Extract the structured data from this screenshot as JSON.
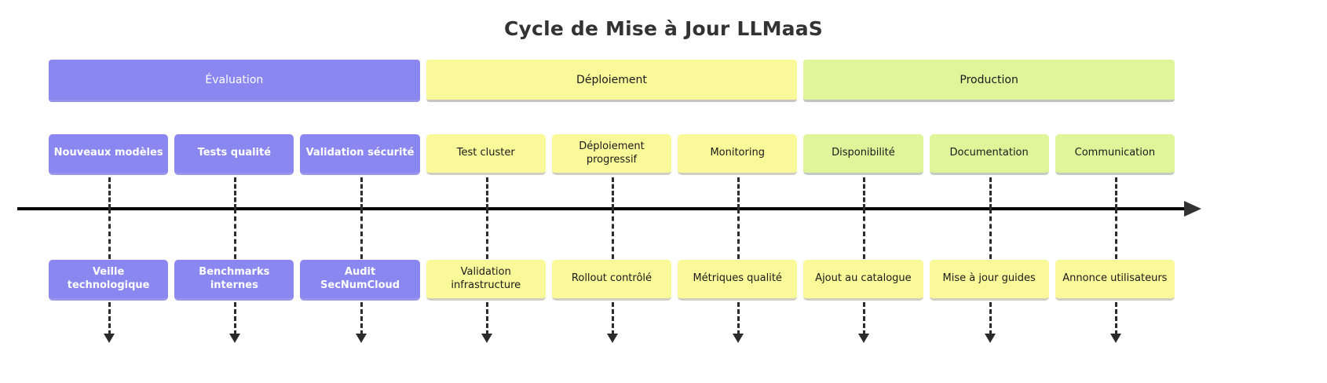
{
  "diagram": {
    "title": "Cycle de Mise à Jour LLMaaS",
    "type": "timeline",
    "background": "#ffffff",
    "title_color": "#333333",
    "axis_color": "#000000",
    "connector_color": "#2b2b2b"
  },
  "colors": {
    "evaluation": "#8a87f0",
    "evaluation_text": "#ffffff",
    "deployment": "#f9f99a",
    "deployment_text": "#1a1a1a",
    "production": "#dff59a",
    "production_text": "#1a1a1a"
  },
  "sections": [
    {
      "label": "Évaluation",
      "span": 3
    },
    {
      "label": "Déploiement",
      "span": 3
    },
    {
      "label": "Production",
      "span": 3
    }
  ],
  "columns": [
    {
      "section": "Évaluation",
      "top": {
        "label": "Nouveaux modèles",
        "color": "purple"
      },
      "bottom": {
        "label": "Veille technologique",
        "color": "purple"
      }
    },
    {
      "section": "Évaluation",
      "top": {
        "label": "Tests qualité",
        "color": "purple"
      },
      "bottom": {
        "label": "Benchmarks internes",
        "color": "purple"
      }
    },
    {
      "section": "Évaluation",
      "top": {
        "label": "Validation sécurité",
        "color": "purple"
      },
      "bottom": {
        "label": "Audit SecNumCloud",
        "color": "purple"
      }
    },
    {
      "section": "Déploiement",
      "top": {
        "label": "Test cluster",
        "color": "yellow"
      },
      "bottom": {
        "label": "Validation\ninfrastructure",
        "color": "yellow"
      }
    },
    {
      "section": "Déploiement",
      "top": {
        "label": "Déploiement\nprogressif",
        "color": "yellow"
      },
      "bottom": {
        "label": "Rollout contrôlé",
        "color": "yellow"
      }
    },
    {
      "section": "Déploiement",
      "top": {
        "label": "Monitoring",
        "color": "yellow"
      },
      "bottom": {
        "label": "Métriques qualité",
        "color": "yellow"
      }
    },
    {
      "section": "Production",
      "top": {
        "label": "Disponibilité",
        "color": "green"
      },
      "bottom": {
        "label": "Ajout au catalogue",
        "color": "yellow"
      }
    },
    {
      "section": "Production",
      "top": {
        "label": "Documentation",
        "color": "green"
      },
      "bottom": {
        "label": "Mise à jour guides",
        "color": "yellow"
      }
    },
    {
      "section": "Production",
      "top": {
        "label": "Communication",
        "color": "green"
      },
      "bottom": {
        "label": "Annonce utilisateurs",
        "color": "yellow"
      }
    }
  ]
}
